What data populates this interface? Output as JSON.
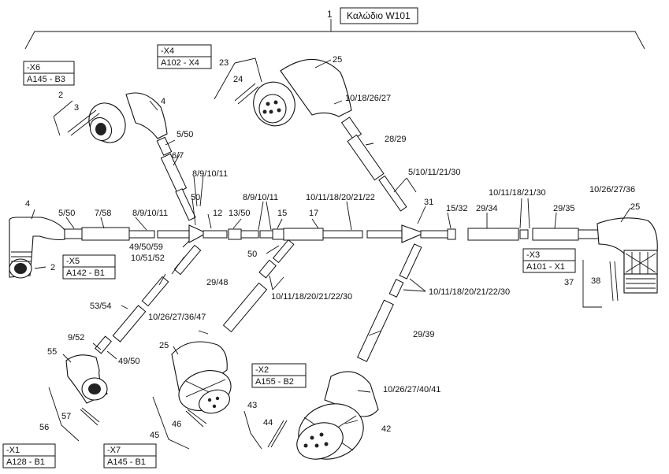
{
  "title": {
    "number": "1",
    "text": "Καλώδιο W101"
  },
  "connector_boxes": [
    {
      "id": "x6",
      "top": "-X6",
      "bottom": "A145 - B3"
    },
    {
      "id": "x4",
      "top": "-X4",
      "bottom": "A102 - X4"
    },
    {
      "id": "x5",
      "top": "-X5",
      "bottom": "A142 - B1"
    },
    {
      "id": "x3",
      "top": "-X3",
      "bottom": "A101 - X1"
    },
    {
      "id": "x2",
      "top": "-X2",
      "bottom": "A155 - B2"
    },
    {
      "id": "x1",
      "top": "-X1",
      "bottom": "A128 - B1"
    },
    {
      "id": "x7",
      "top": "-X7",
      "bottom": "A145 - B1"
    }
  ],
  "labels": [
    "2",
    "3",
    "4",
    "5/50",
    "6/7",
    "8/9/10/11",
    "23",
    "24",
    "25",
    "10/18/26/27",
    "28/29",
    "5/10/11/21/30",
    "10/11/18/21/30",
    "10/26/27/36",
    "25",
    "4",
    "5/50",
    "7/58",
    "8/9/10/11",
    "50",
    "12",
    "13/50",
    "8/9/10/11",
    "15",
    "17",
    "10/11/18/20/21/22",
    "31",
    "15/32",
    "29/34",
    "29/35",
    "2",
    "49/50/59",
    "10/51/52",
    "50",
    "29/48",
    "10/11/18/20/21/22/30",
    "10/11/18/20/21/22/30",
    "37",
    "38",
    "53/54",
    "10/26/27/36/47",
    "29/39",
    "9/52",
    "55",
    "49/50",
    "25",
    "10/26/27/40/41",
    "57",
    "56",
    "46",
    "45",
    "43",
    "44",
    "42"
  ]
}
